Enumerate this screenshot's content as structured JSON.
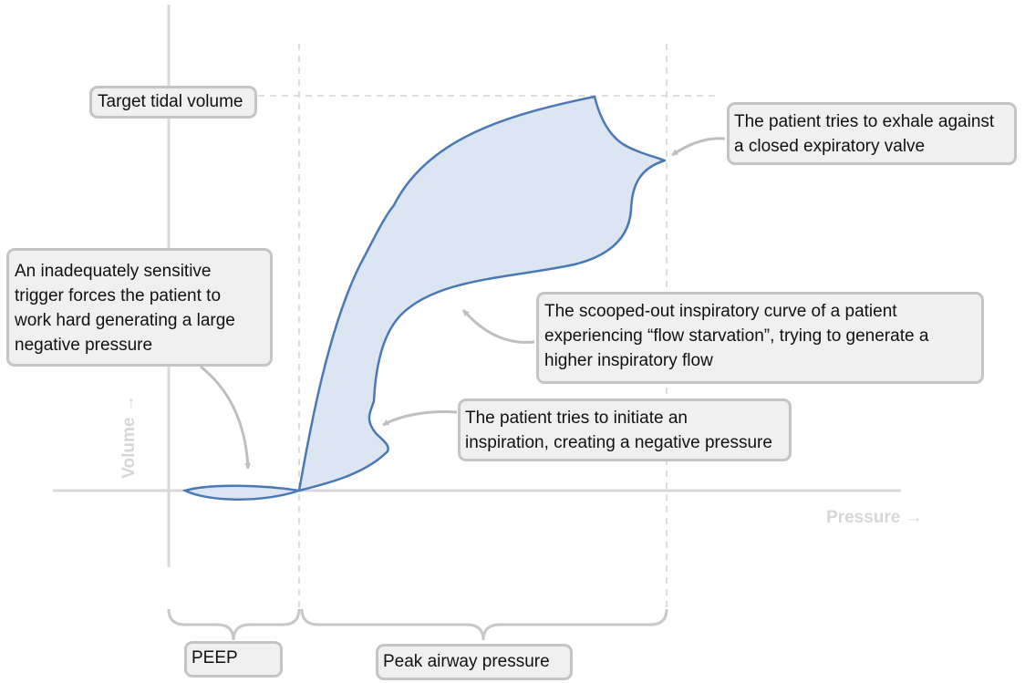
{
  "diagram": {
    "axes": {
      "x_label": "Pressure →",
      "y_label": "Volume →"
    },
    "labels": {
      "target_tidal_volume": "Target tidal volume",
      "peep": "PEEP",
      "peak_airway_pressure": "Peak airway pressure"
    },
    "callouts": {
      "trigger": "An inadequately sensitive\ntrigger forces the patient to\nwork hard generating a large\nnegative pressure",
      "exhale": "The patient tries to exhale against\na closed expiratory valve",
      "flow_starvation": "The scooped-out inspiratory curve of a patient\nexperiencing “flow starvation”,  trying to generate a\nhigher inspiratory flow",
      "initiate": "The patient tries to initiate an\ninspiration, creating a negative pressure"
    },
    "colors": {
      "curve_stroke": "#4a78b5",
      "curve_fill": "#dce6f2",
      "axis": "#d9d9d9",
      "guide": "#d4d4d4",
      "arrow": "#bfbfbf",
      "box_fill": "#f0f0f0",
      "box_border": "#c4c4c4"
    }
  }
}
